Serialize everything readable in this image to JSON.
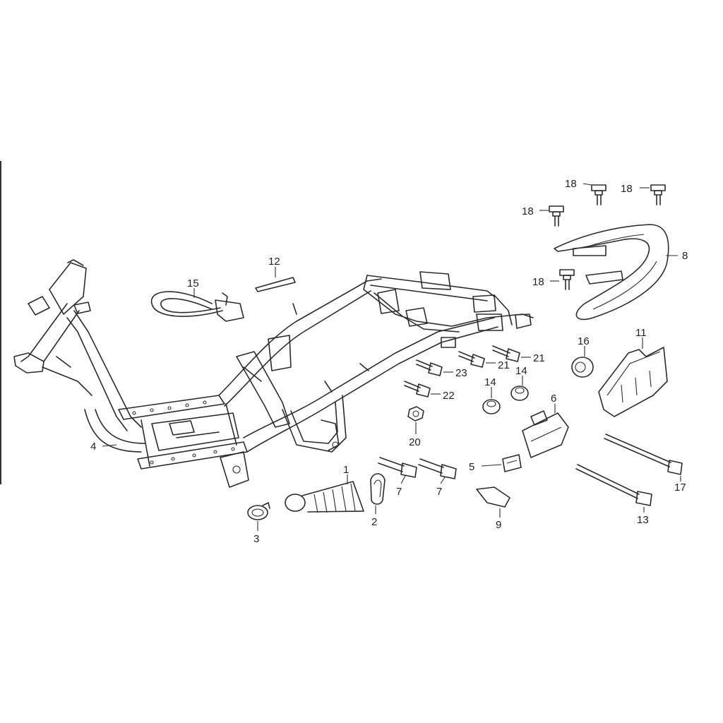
{
  "callouts": [
    {
      "id": "c1",
      "text": "1"
    },
    {
      "id": "c2",
      "text": "2"
    },
    {
      "id": "c3",
      "text": "3"
    },
    {
      "id": "c4",
      "text": "4"
    },
    {
      "id": "c5",
      "text": "5"
    },
    {
      "id": "c6",
      "text": "6"
    },
    {
      "id": "c7a",
      "text": "7"
    },
    {
      "id": "c7b",
      "text": "7"
    },
    {
      "id": "c8",
      "text": "8"
    },
    {
      "id": "c9",
      "text": "9"
    },
    {
      "id": "c11",
      "text": "11"
    },
    {
      "id": "c12",
      "text": "12"
    },
    {
      "id": "c13",
      "text": "13"
    },
    {
      "id": "c14a",
      "text": "14"
    },
    {
      "id": "c14b",
      "text": "14"
    },
    {
      "id": "c15",
      "text": "15"
    },
    {
      "id": "c16",
      "text": "16"
    },
    {
      "id": "c17",
      "text": "17"
    },
    {
      "id": "c18a",
      "text": "18"
    },
    {
      "id": "c18b",
      "text": "18"
    },
    {
      "id": "c18c",
      "text": "18"
    },
    {
      "id": "c18d",
      "text": "18"
    },
    {
      "id": "c20",
      "text": "20"
    },
    {
      "id": "c21a",
      "text": "21"
    },
    {
      "id": "c21b",
      "text": "21"
    },
    {
      "id": "c22",
      "text": "22"
    },
    {
      "id": "c23",
      "text": "23"
    }
  ]
}
